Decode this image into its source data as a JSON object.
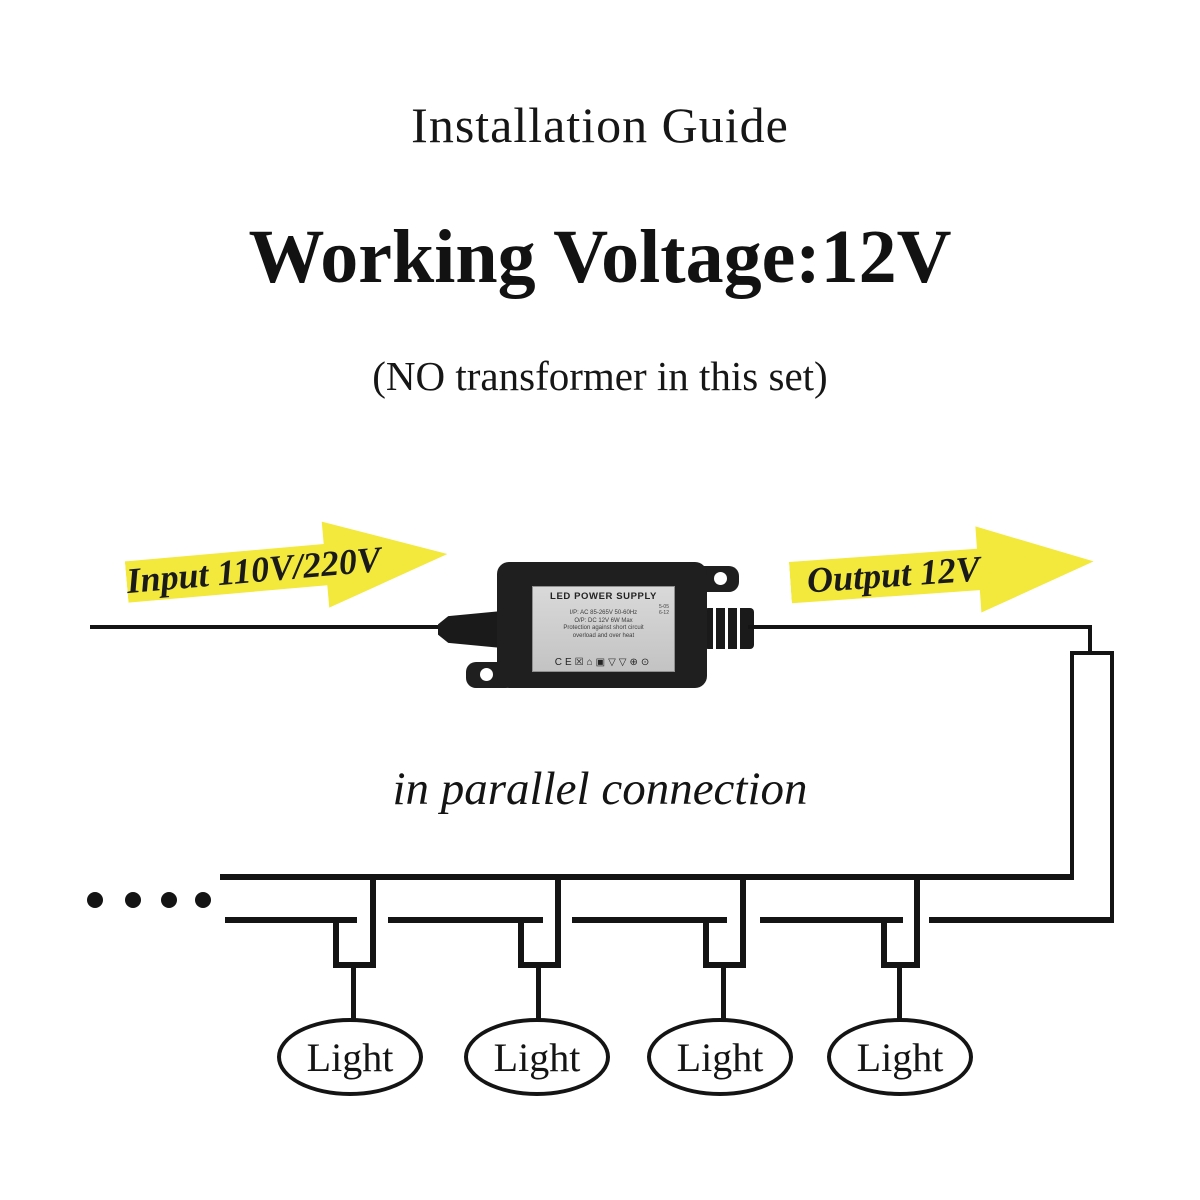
{
  "header": {
    "title": "Installation Guide",
    "headline": "Working Voltage:12V",
    "subnote": "(NO transformer in this set)"
  },
  "diagram": {
    "input_arrow_label": "Input 110V/220V",
    "output_arrow_label": "Output 12V",
    "arrow_color": "#F2E93C",
    "wire_color": "#141414",
    "power_supply": {
      "label_title": "LED POWER SUPPLY",
      "code_lines": [
        "5-05",
        "6-12"
      ],
      "spec_lines": [
        "I/P:  AC 85-265V  50-60Hz",
        "O/P:  DC 12V        6W Max",
        "Protection against short circuit",
        "overload and over heat"
      ],
      "cert_icons": [
        "CE",
        "☒",
        "⌂",
        "▣",
        "▽",
        "▽",
        "⊕",
        "⊙"
      ]
    },
    "parallel_caption": "in parallel connection",
    "continuation_dots": 4,
    "lights": [
      {
        "label": "Light"
      },
      {
        "label": "Light"
      },
      {
        "label": "Light"
      },
      {
        "label": "Light"
      }
    ]
  }
}
